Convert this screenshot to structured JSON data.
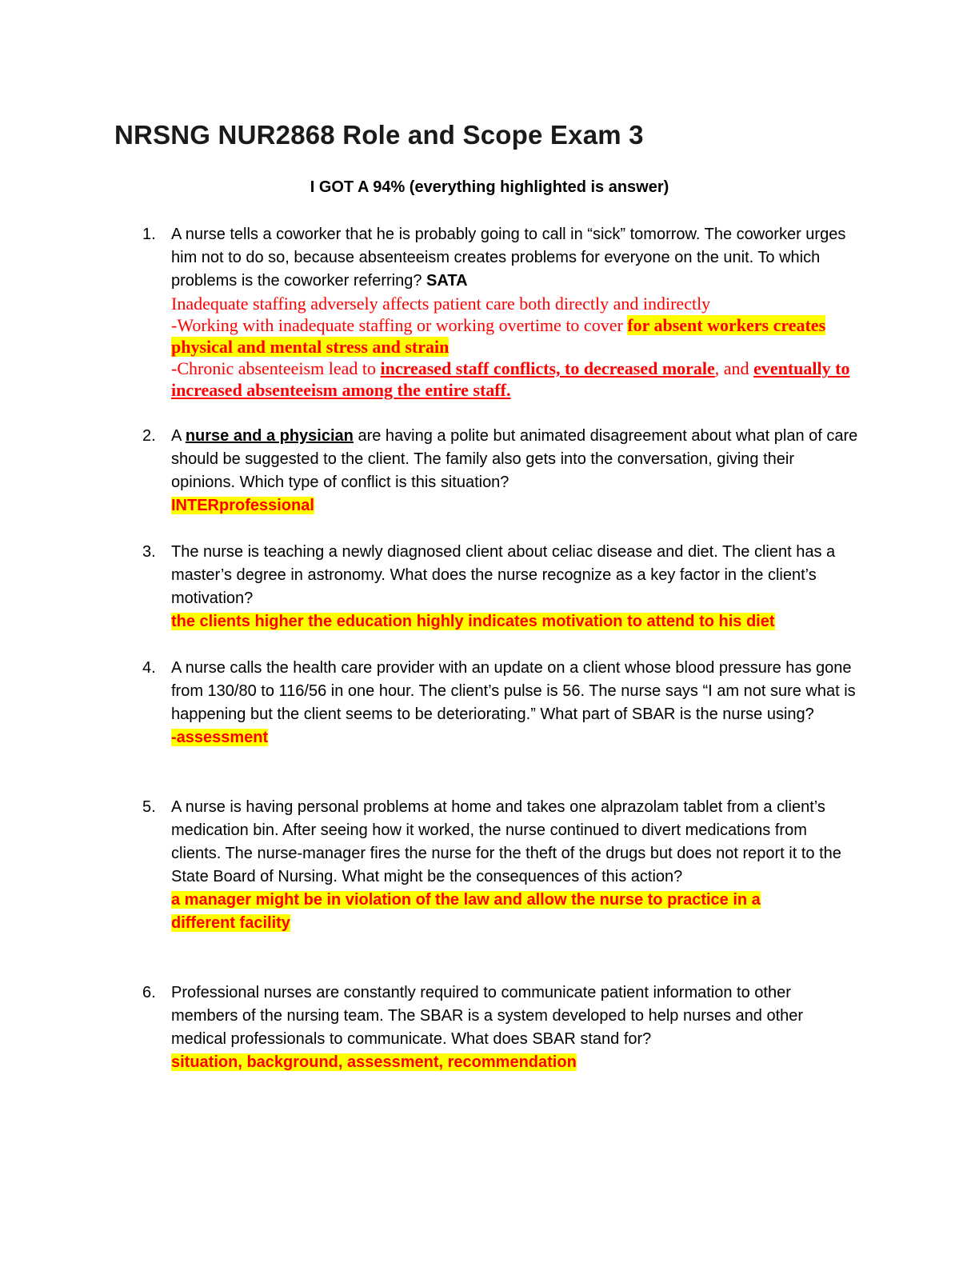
{
  "title": "NRSNG NUR2868 Role and Scope Exam 3",
  "subtitle": "I GOT A 94% (everything highlighted is answer)",
  "q1": {
    "num": "1.",
    "text": "A nurse tells a coworker that he is probably going to call in “sick” tomorrow. The coworker urges him not to do so, because absenteeism creates problems for everyone on the unit. To which problems is the coworker referring?",
    "tag": "SATA",
    "a1": "Inadequate staffing adversely affects patient care both directly and indirectly",
    "a2_plain": "-Working with inadequate staffing or working overtime to cover",
    "a2_bold": "for absent workers creates physical and mental stress and strain",
    "a3_plain": "-Chronic absenteeism lead to",
    "a3_ul": "increased staff conflicts, to decreased morale",
    "a3_mid": ", and",
    "a3_ul2": "eventually to increased absenteeism among the entire staff."
  },
  "q2": {
    "num": "2.",
    "pre": "A",
    "ul": "nurse and a physician",
    "post": "are having a polite but animated disagreement about what plan of care should be suggested to the client. The family also gets into the conversation, giving their opinions. Which type of conflict is this situation?",
    "answer": "INTERprofessional"
  },
  "q3": {
    "num": "3.",
    "text": "The nurse is teaching a newly diagnosed client about celiac disease and diet. The client has a master’s degree in astronomy. What does the nurse recognize as a key factor in the client’s motivation?",
    "answer": "the clients higher the education highly indicates motivation to attend to his diet"
  },
  "q4": {
    "num": "4.",
    "text": "A nurse calls the health care provider with an update on a client whose blood pressure has gone from 130/80 to 116/56 in one hour. The client’s pulse is 56. The nurse says “I am not sure what is happening but the client seems to be deteriorating.” What part of SBAR is the nurse using?",
    "answer": "-assessment"
  },
  "q5": {
    "num": "5.",
    "text": "A nurse is having personal problems at home and takes one alprazolam tablet from a client’s medication bin. After seeing how it worked, the nurse continued to divert medications from clients. The nurse-manager fires the nurse for the theft of the drugs but does not report it to the State Board of Nursing. What might be the consequences of this action?",
    "answer_l1": "a manager might be in violation of the law and allow the nurse to practice in a",
    "answer_l2": "different facility"
  },
  "q6": {
    "num": "6.",
    "text": "Professional nurses are constantly required to communicate patient information to other members of the nursing team. The SBAR is a system developed to help nurses and other medical professionals to communicate. What does SBAR stand for?",
    "answer": "situation, background, assessment, recommendation"
  }
}
